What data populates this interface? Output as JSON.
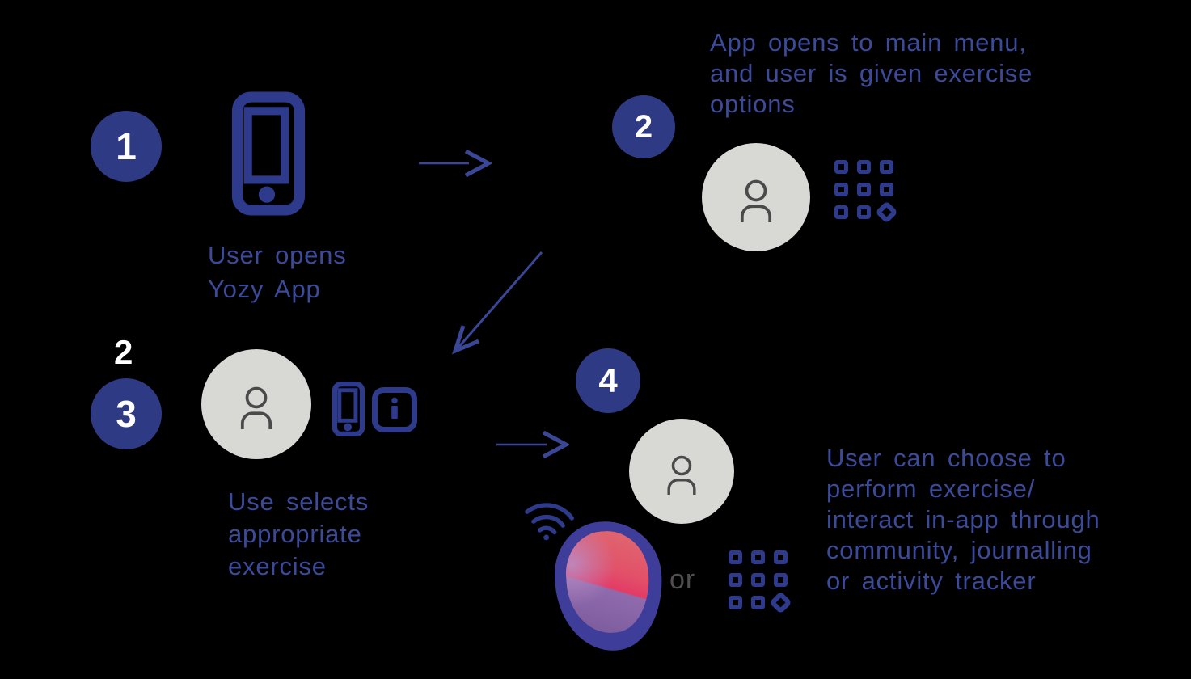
{
  "colors": {
    "background": "#000000",
    "badge_indigo": "#2f3a85",
    "text_indigo": "#3b4a99",
    "icon_indigo": "#2e3a8c",
    "arrow_indigo": "#3a4797",
    "blob_border": "#3e3d99",
    "blob_salmon": "#df6a71",
    "blob_red": "#e33b66",
    "blob_purple": "#7a5a9c",
    "avatar_gray": "#d8d8d5",
    "person_gray": "#4a4a4a",
    "or_gray": "#4f4f4f",
    "number_white": "#ffffff"
  },
  "icons": {
    "phone": "smartphone-outline",
    "person": "user-silhouette",
    "menu_grid": "3x3-grid-last-cell-diamond",
    "info": "rounded-square-letter-i",
    "wifi": "wifi-waves-with-dot",
    "blob": "yozy-gradient-blob",
    "arrow_right": "chevron-arrow-right",
    "arrow_down_left": "chevron-arrow-down-left"
  },
  "steps": {
    "step1": {
      "number": "1",
      "caption": "User opens\nYozy App"
    },
    "step2": {
      "number": "2",
      "caption": "App opens to main menu,\nand user is given exercise\noptions"
    },
    "step3": {
      "number": "3",
      "stray_label": "2",
      "caption": "Use selects\nappropriate\nexercise"
    },
    "step4": {
      "number": "4",
      "or_label": "or",
      "caption": "User can choose to\nperform exercise/\ninteract in-app through\ncommunity, journalling\nor activity tracker"
    }
  }
}
